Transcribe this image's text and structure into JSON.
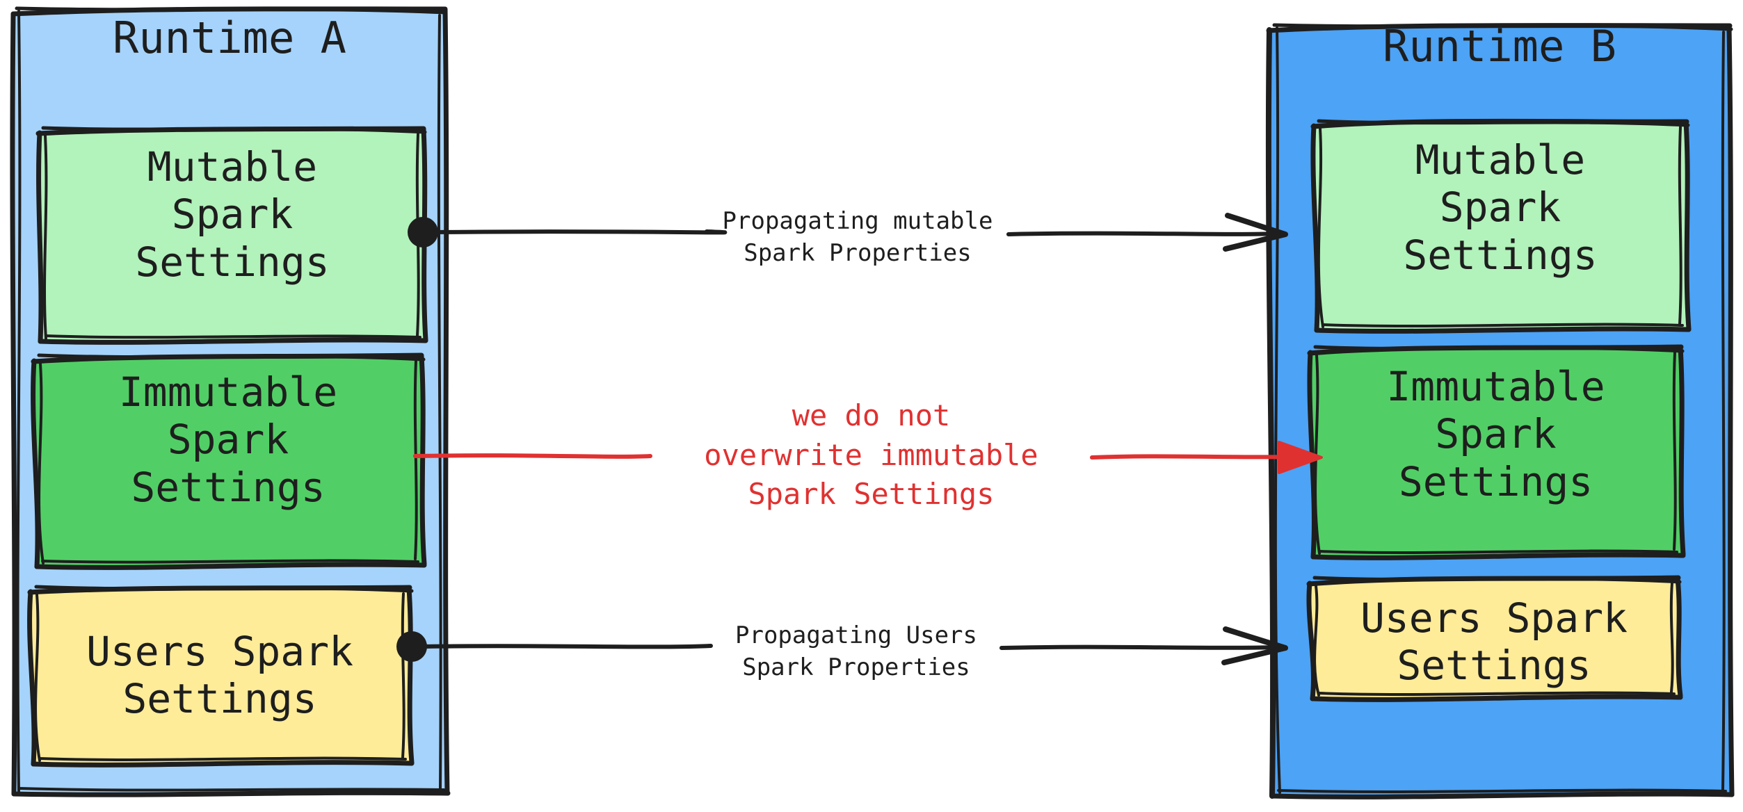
{
  "diagram": {
    "type": "flow-diagram",
    "style": "hand-drawn",
    "background": "#ffffff",
    "colors": {
      "runtime_a_fill": "#a5d3fb",
      "runtime_b_fill": "#4da3f5",
      "mutable_fill": "#b2f2bb",
      "immutable_fill": "#51cf66",
      "users_fill": "#ffec99",
      "stroke": "#1e1e1e",
      "accent_red": "#e03131"
    }
  },
  "panels": [
    {
      "id": "runtime-a",
      "title": "Runtime A",
      "boxes": [
        {
          "id": "a-mutable",
          "label": "Mutable\nSpark\nSettings",
          "fill": "#b2f2bb"
        },
        {
          "id": "a-immutable",
          "label": "Immutable\nSpark\nSettings",
          "fill": "#51cf66"
        },
        {
          "id": "a-users",
          "label": "Users Spark\nSettings",
          "fill": "#ffec99"
        }
      ]
    },
    {
      "id": "runtime-b",
      "title": "Runtime B",
      "boxes": [
        {
          "id": "b-mutable",
          "label": "Mutable\nSpark\nSettings",
          "fill": "#b2f2bb"
        },
        {
          "id": "b-immutable",
          "label": "Immutable\nSpark\nSettings",
          "fill": "#51cf66"
        },
        {
          "id": "b-users",
          "label": "Users Spark\nSettings",
          "fill": "#ffec99"
        }
      ]
    }
  ],
  "connections": [
    {
      "id": "conn-mutable",
      "label": "Propagating mutable\nSpark Properties",
      "color": "#1e1e1e",
      "from": "a-mutable",
      "to": "b-mutable",
      "source_marker": "dot",
      "target_marker": "open-arrow"
    },
    {
      "id": "conn-immutable",
      "label": "we do not\noverwrite immutable\nSpark Settings",
      "color": "#e03131",
      "from": "a-immutable",
      "to": "b-immutable",
      "source_marker": "none",
      "target_marker": "filled-arrow"
    },
    {
      "id": "conn-users",
      "label": "Propagating Users\nSpark Properties",
      "color": "#1e1e1e",
      "from": "a-users",
      "to": "b-users",
      "source_marker": "dot",
      "target_marker": "open-arrow"
    }
  ]
}
